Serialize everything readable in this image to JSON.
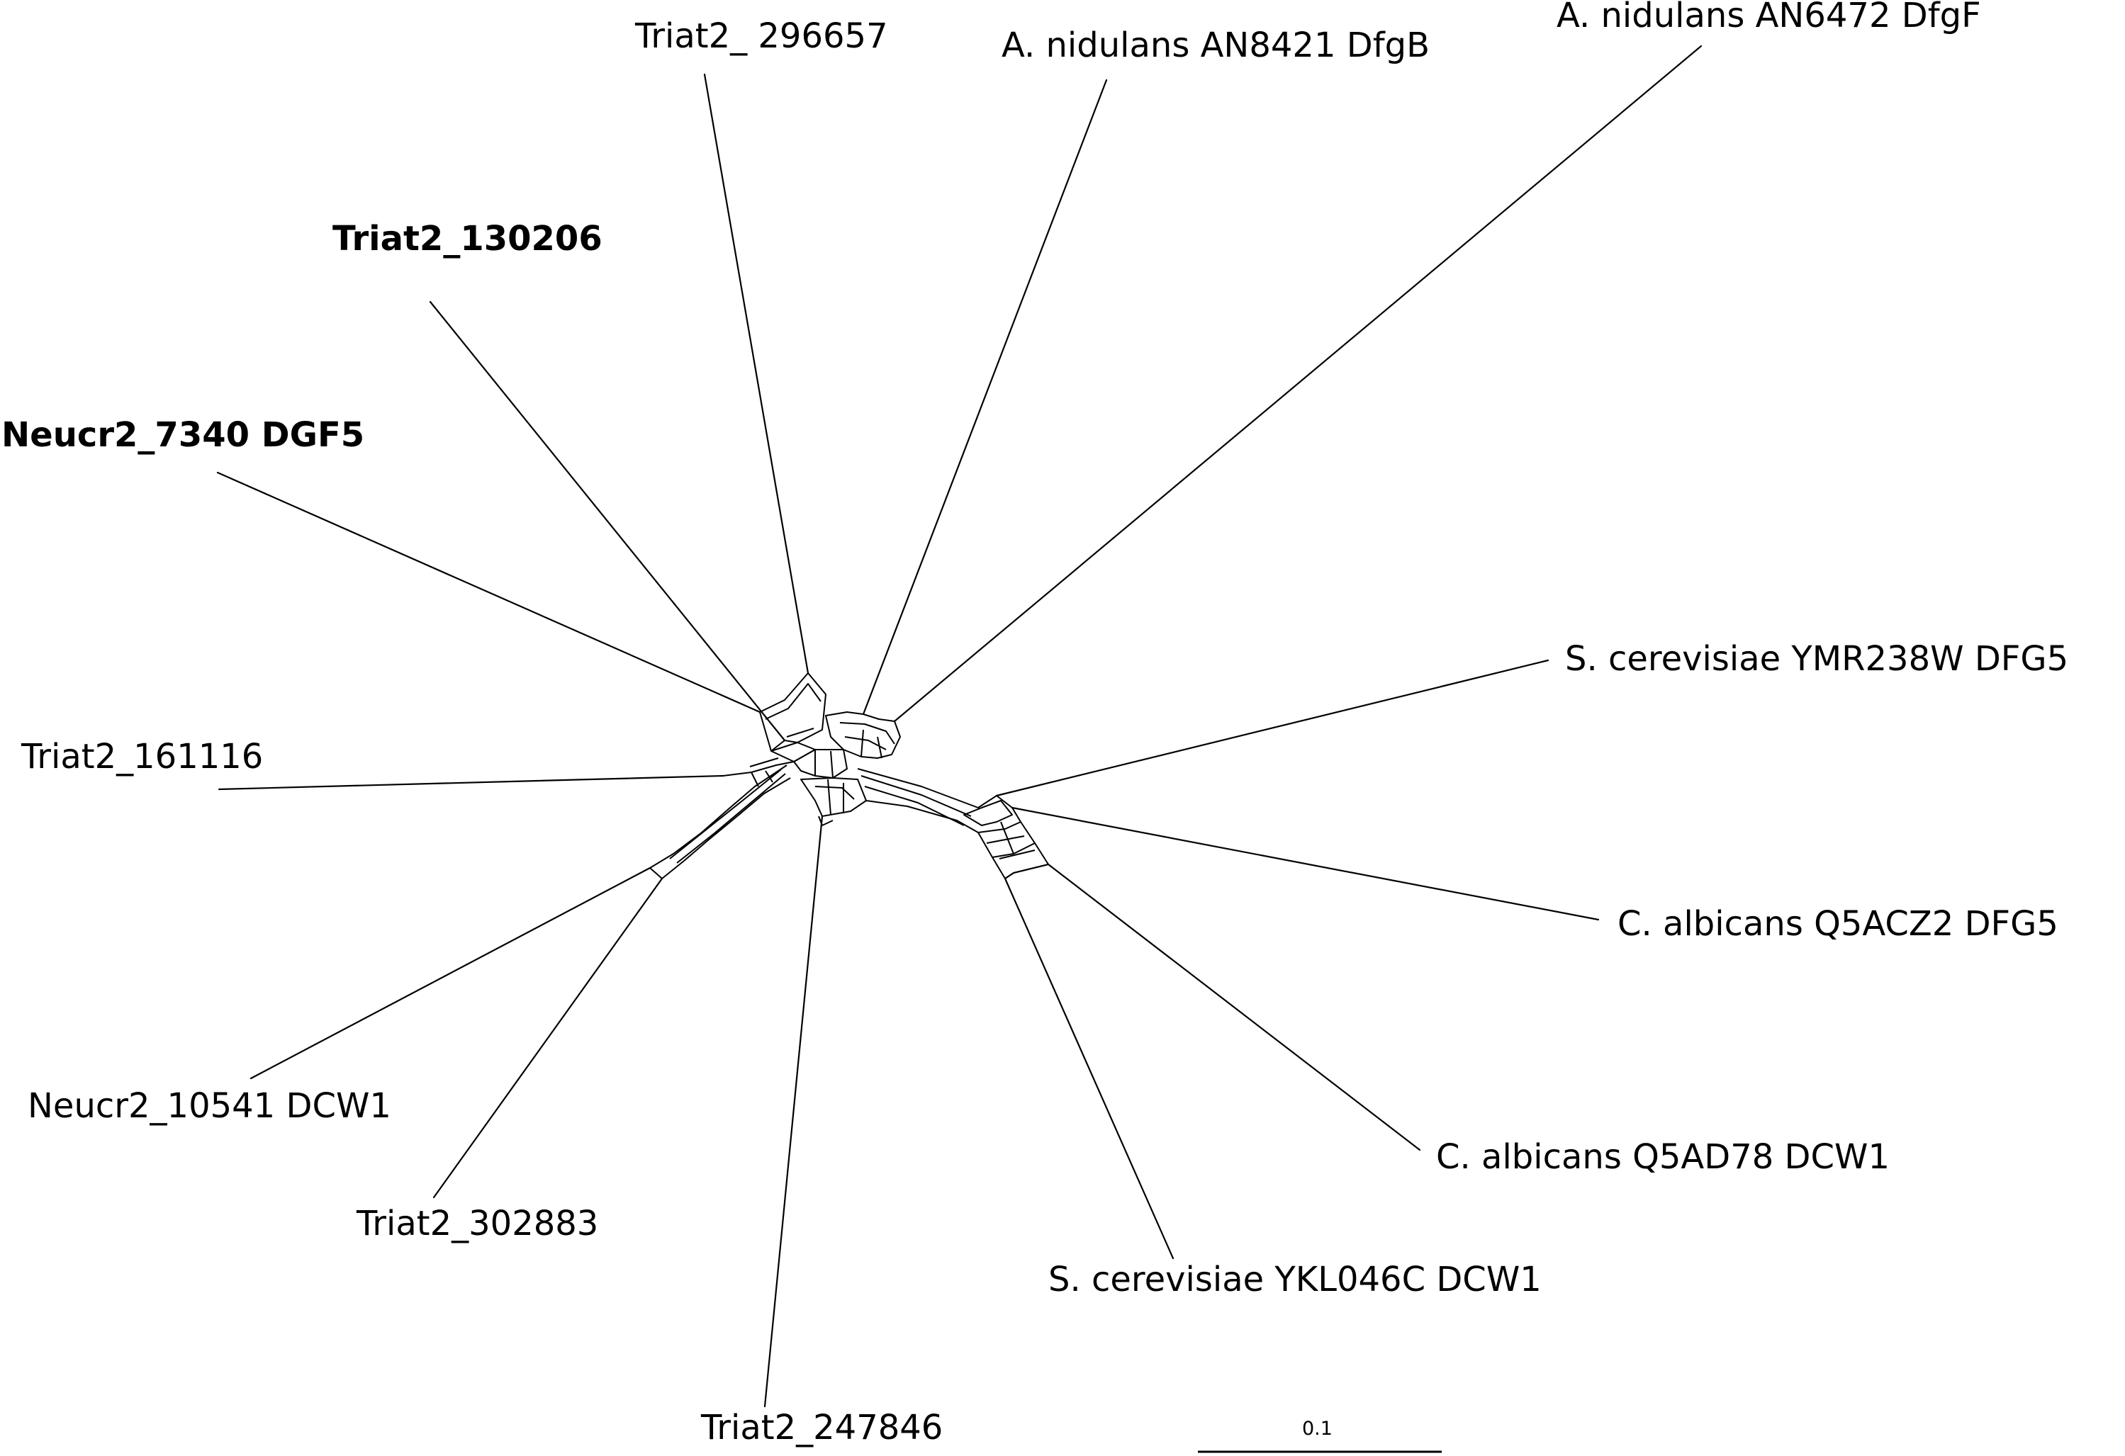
{
  "taxa": {
    "t296657": "Triat2_ 296657",
    "an8421": "A. nidulans AN8421 DfgB",
    "an6472": "A. nidulans AN6472 DfgF",
    "t130206": "Triat2_130206",
    "ncr7340": "Neucr2_7340 DGF5",
    "scYMR": "S. cerevisiae YMR238W DFG5",
    "t161116": "Triat2_161116",
    "caQ5ACZ2": "C. albicans Q5ACZ2 DFG5",
    "ncr10541": "Neucr2_10541 DCW1",
    "caQ5AD78": "C. albicans Q5AD78 DCW1",
    "t302883": "Triat2_302883",
    "scYKL": "S. cerevisiae YKL046C DCW1",
    "t247846": "Triat2_247846"
  },
  "scale_bar": {
    "label": "0.1"
  },
  "highlighted": [
    "t130206",
    "ncr7340"
  ],
  "line_color": "#000000"
}
